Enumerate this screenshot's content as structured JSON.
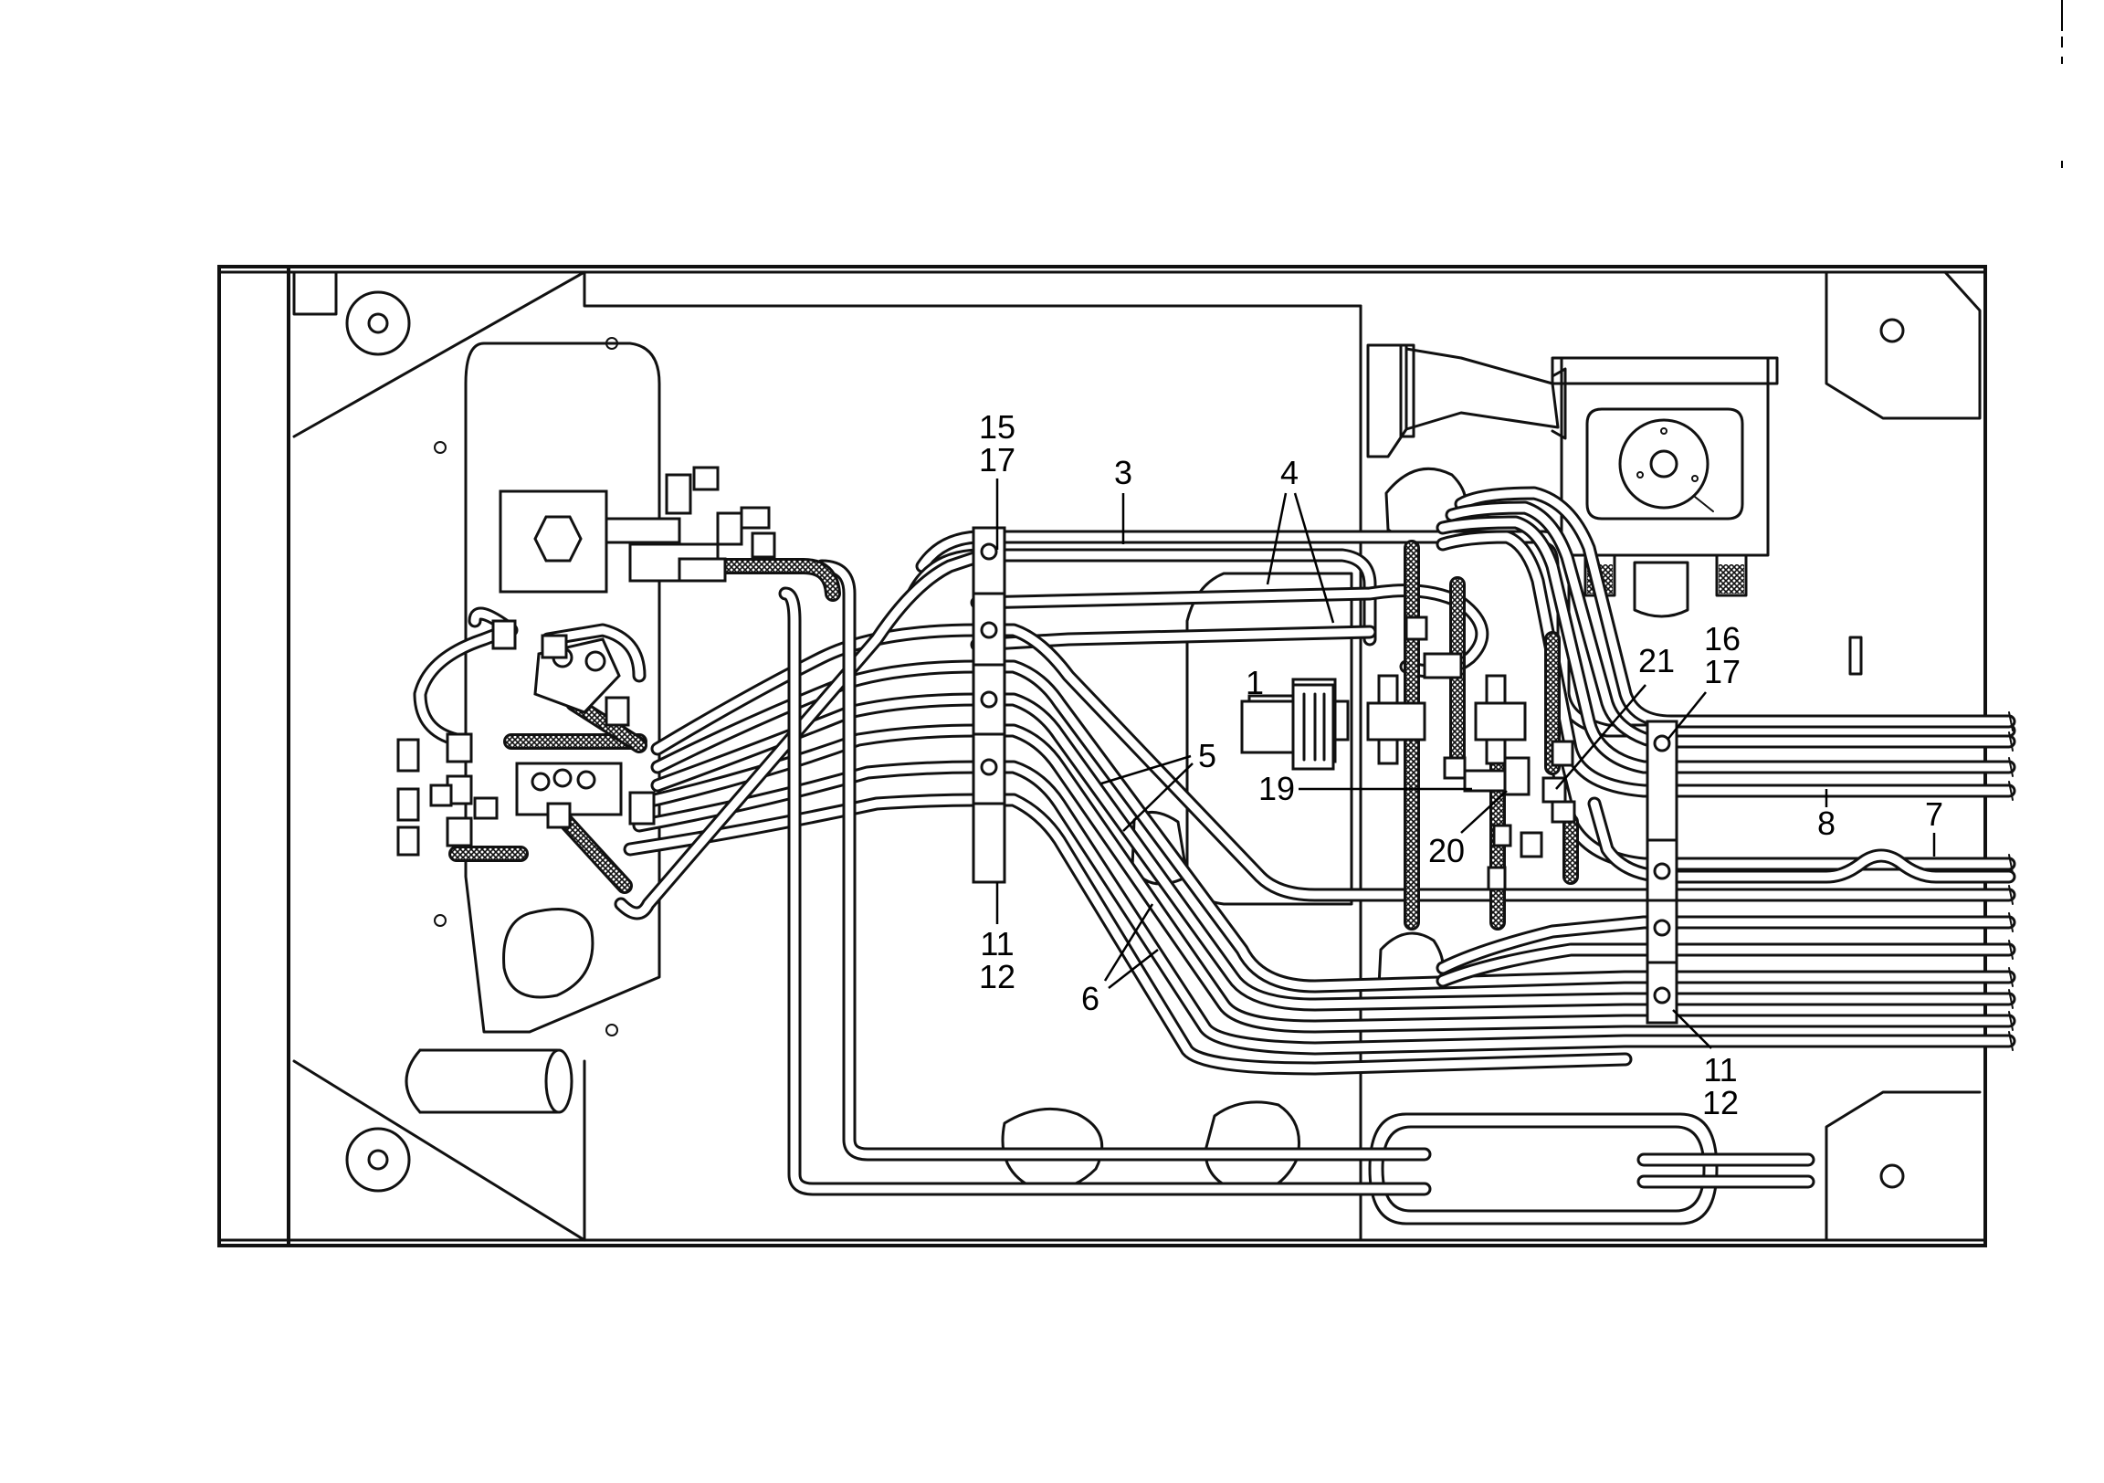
{
  "diagram": {
    "callouts": {
      "c1": "1",
      "c3": "3",
      "c4": "4",
      "c5": "5",
      "c6": "6",
      "c7": "7",
      "c8": "8",
      "c15a": "15",
      "c15b": "17",
      "c16a": "16",
      "c16b": "17",
      "c19": "19",
      "c20": "20",
      "c21": "21",
      "c11a_top": "11",
      "c11a_bot": "12",
      "c11b_top": "11",
      "c11b_bot": "12"
    }
  }
}
